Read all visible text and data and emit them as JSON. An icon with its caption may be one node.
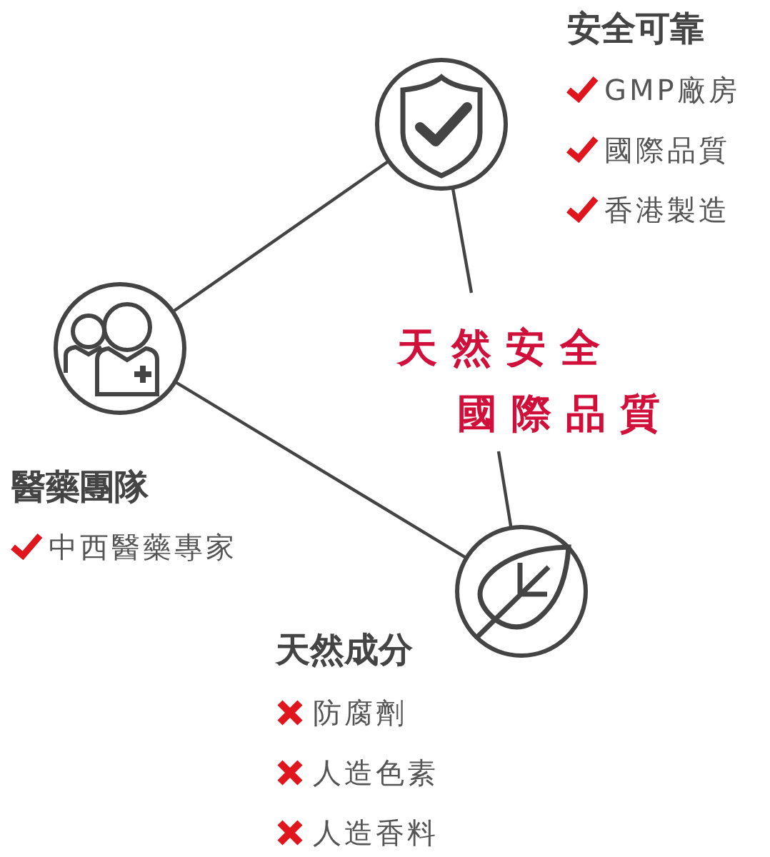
{
  "diagram": {
    "nodes": [
      {
        "text": [],
        "shape": "circle",
        "beside": [
          "安全可靠",
          "GMP廠房",
          "國際品質",
          "香港製造"
        ]
      },
      {
        "text": [],
        "shape": "circle",
        "beside": [
          "醫藥團隊",
          "中西醫藥專家"
        ]
      },
      {
        "text": [
          "天然安全",
          "國際品質"
        ]
      },
      {
        "text": [],
        "shape": "circle",
        "beside": [
          "天然成分",
          "防腐劑",
          "人造色素",
          "人造香料"
        ]
      }
    ],
    "edges": [
      {
        "from": 0,
        "to": 1,
        "arrow": "none"
      },
      {
        "from": 0,
        "to": 2,
        "arrow": "none"
      },
      {
        "from": 1,
        "to": 3,
        "arrow": "none"
      },
      {
        "from": 2,
        "to": 3,
        "arrow": "none"
      }
    ]
  }
}
